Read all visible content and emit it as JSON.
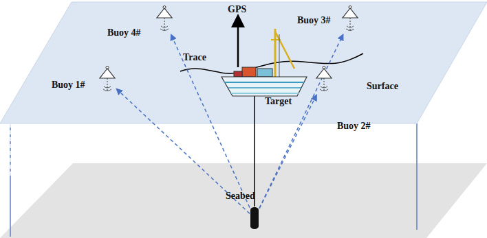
{
  "diagram": {
    "nodes": [
      {
        "text": [
          "Buoy 4#"
        ]
      },
      {
        "text": [
          "Buoy 3#"
        ]
      },
      {
        "text": [
          "Buoy 1#"
        ]
      },
      {
        "text": [
          "Buoy 2#"
        ]
      },
      {
        "text": [
          "Target"
        ]
      }
    ],
    "edges": [
      {
        "from": 4,
        "to": 0,
        "arrow": "to"
      },
      {
        "from": 4,
        "to": 1,
        "arrow": "to"
      },
      {
        "from": 4,
        "to": 2,
        "arrow": "to"
      },
      {
        "from": 4,
        "to": 3,
        "arrow": "to"
      }
    ],
    "labels": [
      "GPS",
      "Trace",
      "Surface",
      "Seabed"
    ]
  }
}
